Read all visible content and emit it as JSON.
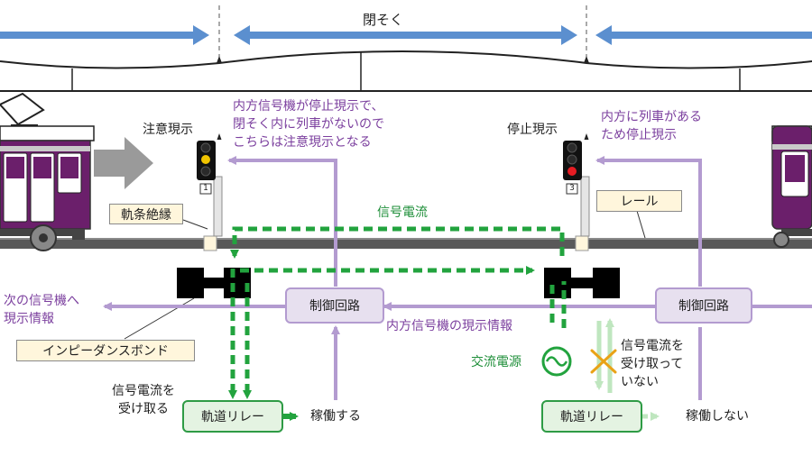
{
  "block_label": "閉そく",
  "left_signal": {
    "label": "注意現示",
    "number": "1"
  },
  "right_signal": {
    "label": "停止現示",
    "number": "3"
  },
  "left_explanation": "内方信号機が停止現示で、\n閉そく内に列車がないので\nこちらは注意現示となる",
  "right_explanation": "内方に列車がある\nため停止現示",
  "rail_insulation": "軌条絶縁",
  "rail": "レール",
  "signal_current": "信号電流",
  "control_circuit": "制御回路",
  "next_signal_info": "次の信号機へ\n現示情報",
  "inner_signal_info": "内方信号機の現示情報",
  "impedance_bond": "インピーダンスボンド",
  "ac_source": "交流電源",
  "receive_current": "信号電流を\n受け取る",
  "not_receive_current": "信号電流を\n受け取って\nいない",
  "track_relay": "軌道リレー",
  "operating": "稼働する",
  "not_operating": "稼働しない",
  "colors": {
    "train_body": "#6b1f6b",
    "control_box": "#e7e0ef",
    "control_line": "#b39bd0",
    "signal_current": "#22a33e",
    "block_arrow": "#5b8fcf",
    "note_bg": "#fff6dc",
    "rail": "#5a5a5a"
  },
  "icons": [
    "train",
    "signal-light",
    "ac-source-icon",
    "cross-mark-icon",
    "arrow-icon"
  ]
}
